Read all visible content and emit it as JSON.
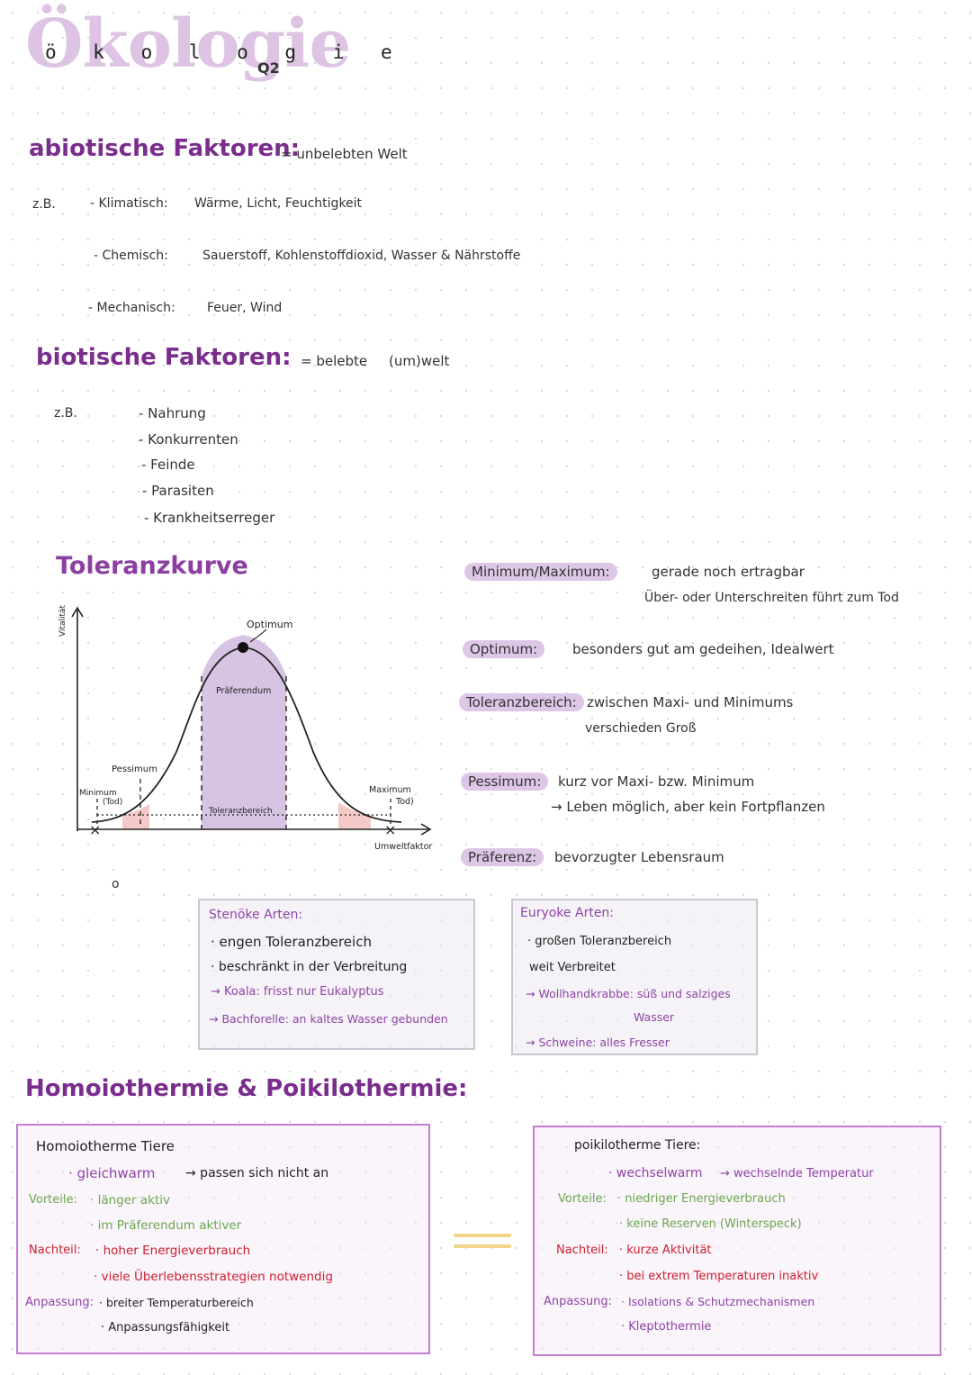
{
  "header": {
    "title": "Ökologie",
    "title_overlay": "ö k o l o g i e",
    "subtitle": "Q2"
  },
  "abiotisch": {
    "heading": "abiotische Faktoren:",
    "definition": "= unbelebten Welt",
    "example_label": "z.B.",
    "items": [
      {
        "label": "- Klimatisch:",
        "value": "Wärme, Licht, Feuchtigkeit"
      },
      {
        "label": "- Chemisch:",
        "value": "Sauerstoff, Kohlenstoffdioxid, Wasser & Nährstoffe"
      },
      {
        "label": "- Mechanisch:",
        "value": "Feuer, Wind"
      }
    ]
  },
  "biotisch": {
    "heading": "biotische Faktoren:",
    "definition": "= belebte",
    "definition2": "(um)welt",
    "example_label": "z.B.",
    "items": [
      "- Nahrung",
      "- Konkurrenten",
      "- Feinde",
      "- Parasiten",
      "- Krankheitserreger"
    ]
  },
  "toleranz": {
    "heading": "Toleranzkurve",
    "chart": {
      "ylabel": "Vitalität",
      "xlabel": "Umweltfaktor",
      "optimum": "Optimum",
      "praeferendum": "Präferendum",
      "pessimum": "Pessimum",
      "minimum": "Minimum",
      "minimum_sub": "(Tod)",
      "maximum": "Maximum",
      "maximum_sub": "Tod)",
      "toleranzbereich": "Toleranzbereich"
    },
    "definitions": [
      {
        "term": "Minimum/Maximum:",
        "line1": "gerade noch ertragbar",
        "line2": "Über- oder Unterschreiten führt zum Tod"
      },
      {
        "term": "Optimum:",
        "line1": "besonders gut am gedeihen, Idealwert",
        "line2": ""
      },
      {
        "term": "Toleranzbereich:",
        "line1": "zwischen Maxi- und Minimums",
        "line2": "verschieden Groß"
      },
      {
        "term": "Pessimum:",
        "line1": "kurz vor Maxi- bzw. Minimum",
        "line2": "→ Leben möglich, aber kein Fortpflanzen"
      },
      {
        "term": "Präferenz:",
        "line1": "bevorzugter Lebensraum",
        "line2": ""
      }
    ],
    "stray_mark": "o"
  },
  "stenoek": {
    "title": "Stenöke Arten:",
    "lines": [
      "· engen Toleranzbereich",
      "· beschränkt in der Verbreitung",
      "→ Koala: frisst nur Eukalyptus",
      "→ Bachforelle: an kaltes Wasser gebunden"
    ]
  },
  "euryoek": {
    "title": "Euryoke Arten:",
    "lines": [
      "· großen Toleranzbereich",
      "weit Verbreitet",
      "→ Wollhandkrabbe: süß und salziges",
      "Wasser",
      "→ Schweine: alles Fresser"
    ]
  },
  "thermie": {
    "heading": "Homoiothermie & Poikilothermie:",
    "homoio": {
      "title": "Homoiotherme Tiere",
      "main": "· gleichwarm",
      "main_note": "→ passen sich nicht an",
      "vorteile_label": "Vorteile:",
      "vorteile": [
        "· länger aktiv",
        "· im Präferendum aktiver"
      ],
      "nachteil_label": "Nachteil:",
      "nachteile": [
        "· hoher Energieverbrauch",
        "· viele Überlebensstrategien notwendig"
      ],
      "anpassung_label": "Anpassung:",
      "anpassung": [
        "· breiter Temperaturbereich",
        "· Anpassungsfähigkeit"
      ]
    },
    "poikilo": {
      "title": "poikilotherme Tiere:",
      "main": "· wechselwarm",
      "main_note": "→ wechselnde Temperatur",
      "vorteile_label": "Vorteile:",
      "vorteile": [
        "· niedriger Energieverbrauch",
        "· keine Reserven (Winterspeck)"
      ],
      "nachteil_label": "Nachteil:",
      "nachteile": [
        "· kurze Aktivität",
        "· bei extrem Temperaturen inaktiv"
      ],
      "anpassung_label": "Anpassung:",
      "anpassung": [
        "· Isolations & Schutzmechanismen",
        "· Kleptothermie"
      ]
    }
  },
  "colors": {
    "accent_purple": "#7b2d8e",
    "pill": "#ddc6e6",
    "praeferendum_fill": "#d7c3e2",
    "pessimum_fill": "#f6c9c9",
    "vorteil_green": "#6aa84f",
    "nachteil_red": "#cc1f2d",
    "equal_sign": "#f3d48a"
  }
}
